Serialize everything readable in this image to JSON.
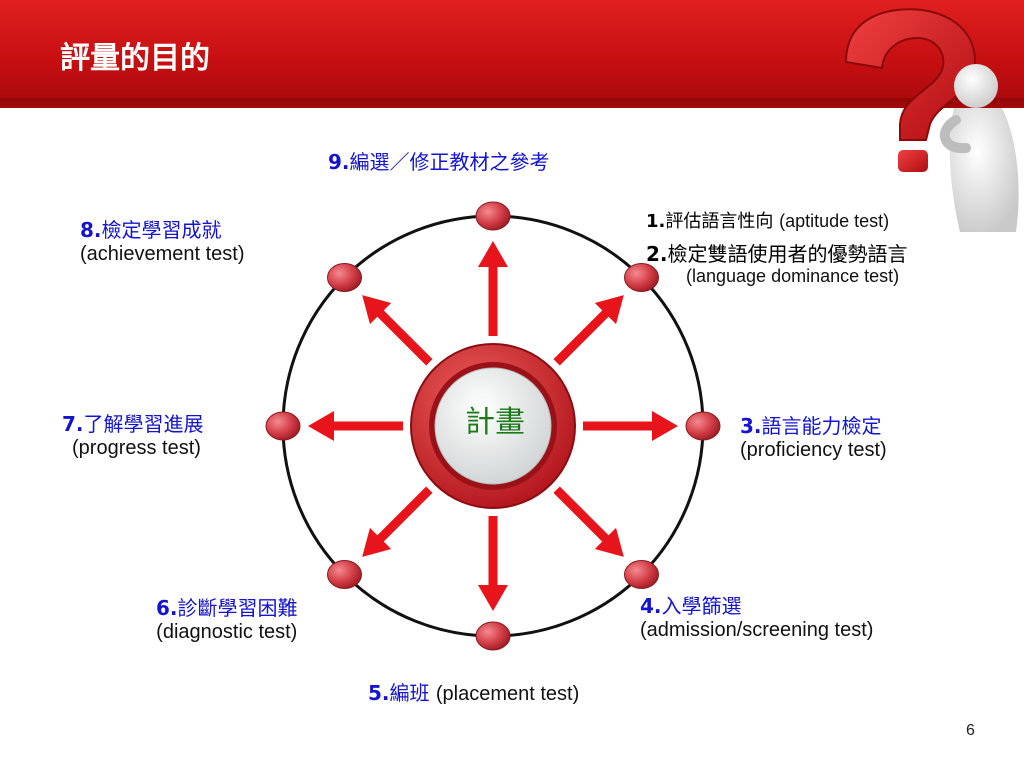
{
  "slide": {
    "title": "評量的目的",
    "page_number": "6"
  },
  "center": {
    "label": "計畫"
  },
  "purposes": [
    {
      "number": "1.",
      "zh": "評估語言性向",
      "en": "(aptitude test)"
    },
    {
      "number": "2.",
      "zh": "檢定雙語使用者的優勢語言",
      "en": "(language dominance test)"
    },
    {
      "number": "3.",
      "zh": "語言能力檢定",
      "en": "(proficiency test)"
    },
    {
      "number": "4.",
      "zh": "入學篩選",
      "en": "(admission/screening test)"
    },
    {
      "number": "5.",
      "zh": "編班",
      "en": "(placement test)"
    },
    {
      "number": "6.",
      "zh": "診斷學習困難",
      "en": "(diagnostic test)"
    },
    {
      "number": "7.",
      "zh": "了解學習進展",
      "en": "(progress test)"
    },
    {
      "number": "8.",
      "zh": "檢定學習成就",
      "en": "(achievement test)"
    },
    {
      "number": "9.",
      "zh": "編選／修正教材之參考",
      "en": ""
    }
  ],
  "colors": {
    "header_red": "#c70f12",
    "arrow_red": "#e8141c",
    "node_red": "#c9323c",
    "label_blue": "#1414d0",
    "center_green": "#1a7a1a"
  }
}
